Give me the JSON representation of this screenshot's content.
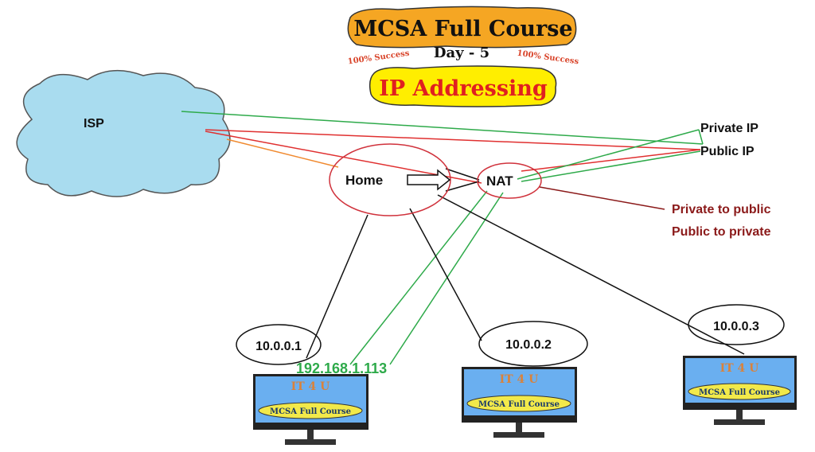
{
  "banner": {
    "course": "MCSA Full Course",
    "day": "Day - 5",
    "success_left": "100% Success",
    "success_right": "100% Success",
    "topic": "IP Addressing"
  },
  "nodes": {
    "isp": "ISP",
    "home": "Home",
    "nat": "NAT"
  },
  "labels": {
    "private_ip": "Private IP",
    "public_ip": "Public IP",
    "private_to_public": "Private to public",
    "public_to_private": "Public to private",
    "public_address": "192.168.1.113"
  },
  "hosts": [
    {
      "ip": "10.0.0.1",
      "screen_title": "IT 4 U",
      "screen_sub": "MCSA Full Course"
    },
    {
      "ip": "10.0.0.2",
      "screen_title": "IT 4 U",
      "screen_sub": "MCSA Full Course"
    },
    {
      "ip": "10.0.0.3",
      "screen_title": "IT 4 U",
      "screen_sub": "MCSA Full Course"
    }
  ],
  "colors": {
    "green": "#2eaa4a",
    "red": "#e03030",
    "dark_red": "#8b1a1a",
    "orange": "#f08a30",
    "cloud": "#a9dcef",
    "banner_orange": "#f5a623",
    "banner_yellow": "#ffee00"
  }
}
